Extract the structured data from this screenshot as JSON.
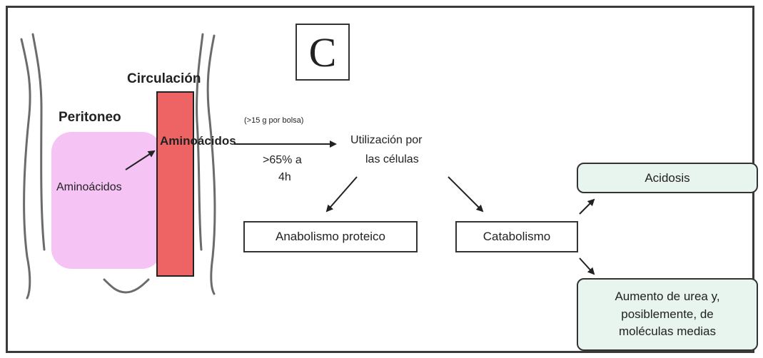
{
  "panel_letter": "C",
  "labels": {
    "circulation": "Circulación",
    "peritoneum": "Peritoneo",
    "aminoacids_peritoneum": "Aminoácidos",
    "aminoacids_circulation": "Aminoácidos",
    "grams_note": "(>15 g por bolsa)",
    "percent_note_line1": ">65% a",
    "percent_note_line2": "4h",
    "utilization_line1": "Utilización por",
    "utilization_line2": "las células"
  },
  "boxes": {
    "anabolism": "Anabolismo proteico",
    "catabolism": "Catabolismo",
    "acidosis": "Acidosis",
    "urea_line1": "Aumento de urea y,",
    "urea_line2": "posiblemente, de",
    "urea_line3": "moléculas medias"
  },
  "colors": {
    "peritoneum_fill": "#f5c4f5",
    "circulation_fill": "#ee6363",
    "outcome_fill": "#e8f4ee"
  }
}
